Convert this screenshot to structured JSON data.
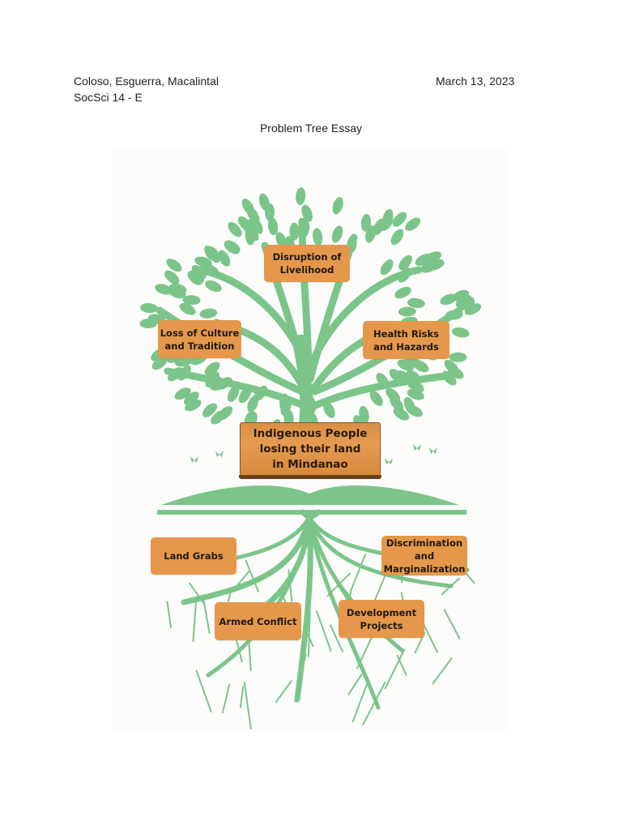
{
  "header": {
    "authors": "Coloso, Esguerra, Macalintal",
    "course": "SocSci 14 - E",
    "date": "March 13, 2023"
  },
  "title": "Problem Tree Essay",
  "tree": {
    "core_problem": "Indigenous People\nlosing their land\nin Mindanao",
    "effects": [
      "Disruption of\nLivelihood",
      "Loss of Culture\nand Tradition",
      "Health Risks\nand Hazards"
    ],
    "causes": [
      "Land Grabs",
      "Discrimination\nand\nMarginalization",
      "Armed Conflict",
      "Development\nProjects"
    ],
    "colors": {
      "foliage": "#7cc58a",
      "box": "#e5974b",
      "wood": "#d98f44"
    }
  }
}
